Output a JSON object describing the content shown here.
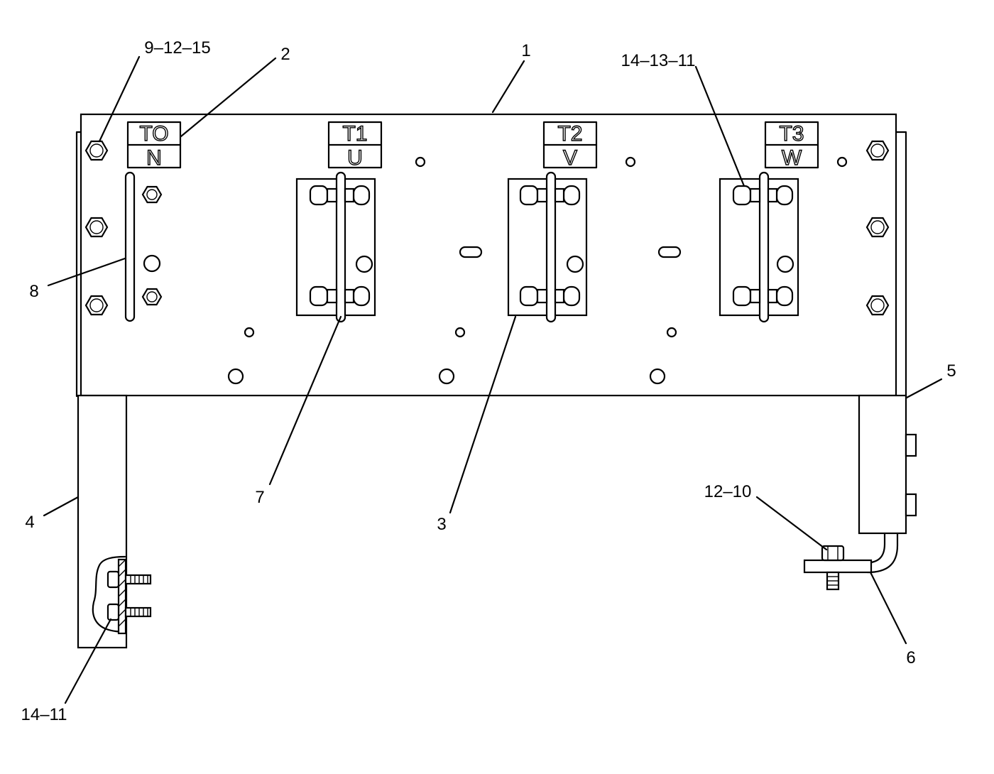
{
  "callouts": {
    "c1": "1",
    "c2": "2",
    "c3": "3",
    "c4": "4",
    "c5": "5",
    "c6": "6",
    "c7": "7",
    "c8": "8",
    "c9_12_15": "9–12–15",
    "c14_13_11": "14–13–11",
    "c12_10": "12–10",
    "c14_11": "14–11"
  },
  "terminal_labels": [
    {
      "top": "TO",
      "bottom": "N"
    },
    {
      "top": "T1",
      "bottom": "U"
    },
    {
      "top": "T2",
      "bottom": "V"
    },
    {
      "top": "T3",
      "bottom": "W"
    }
  ]
}
